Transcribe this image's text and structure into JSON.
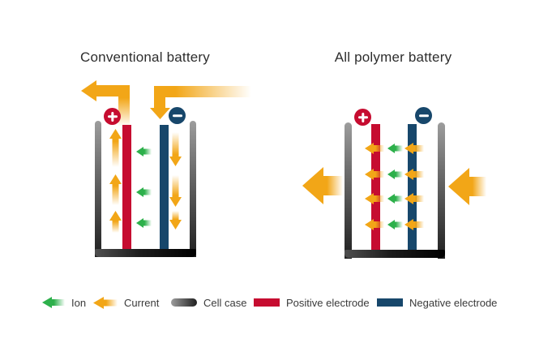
{
  "panels": {
    "conventional": {
      "title": "Conventional battery"
    },
    "polymer": {
      "title": "All polymer battery"
    }
  },
  "terminals": {
    "positive_symbol": "+",
    "negative_symbol": "−"
  },
  "legend": {
    "items": [
      {
        "name": "ion",
        "label": "Ion",
        "swatch": "green-left-arrow-icon"
      },
      {
        "name": "current",
        "label": "Current",
        "swatch": "yellow-left-arrow-icon"
      },
      {
        "name": "cell-case",
        "label": "Cell case",
        "swatch": "gray-pill"
      },
      {
        "name": "positive-electrode",
        "label": "Positive electrode",
        "swatch": "red-bar"
      },
      {
        "name": "negative-electrode",
        "label": "Negative electrode",
        "swatch": "blue-bar"
      }
    ]
  },
  "colors": {
    "current": "#F2A617",
    "ion": "#2DB04B",
    "positive": "#C60C30",
    "negative": "#17476B",
    "caseLight": "#9D9D9D",
    "caseDark": "#1F1F1F",
    "text": "#333333"
  }
}
